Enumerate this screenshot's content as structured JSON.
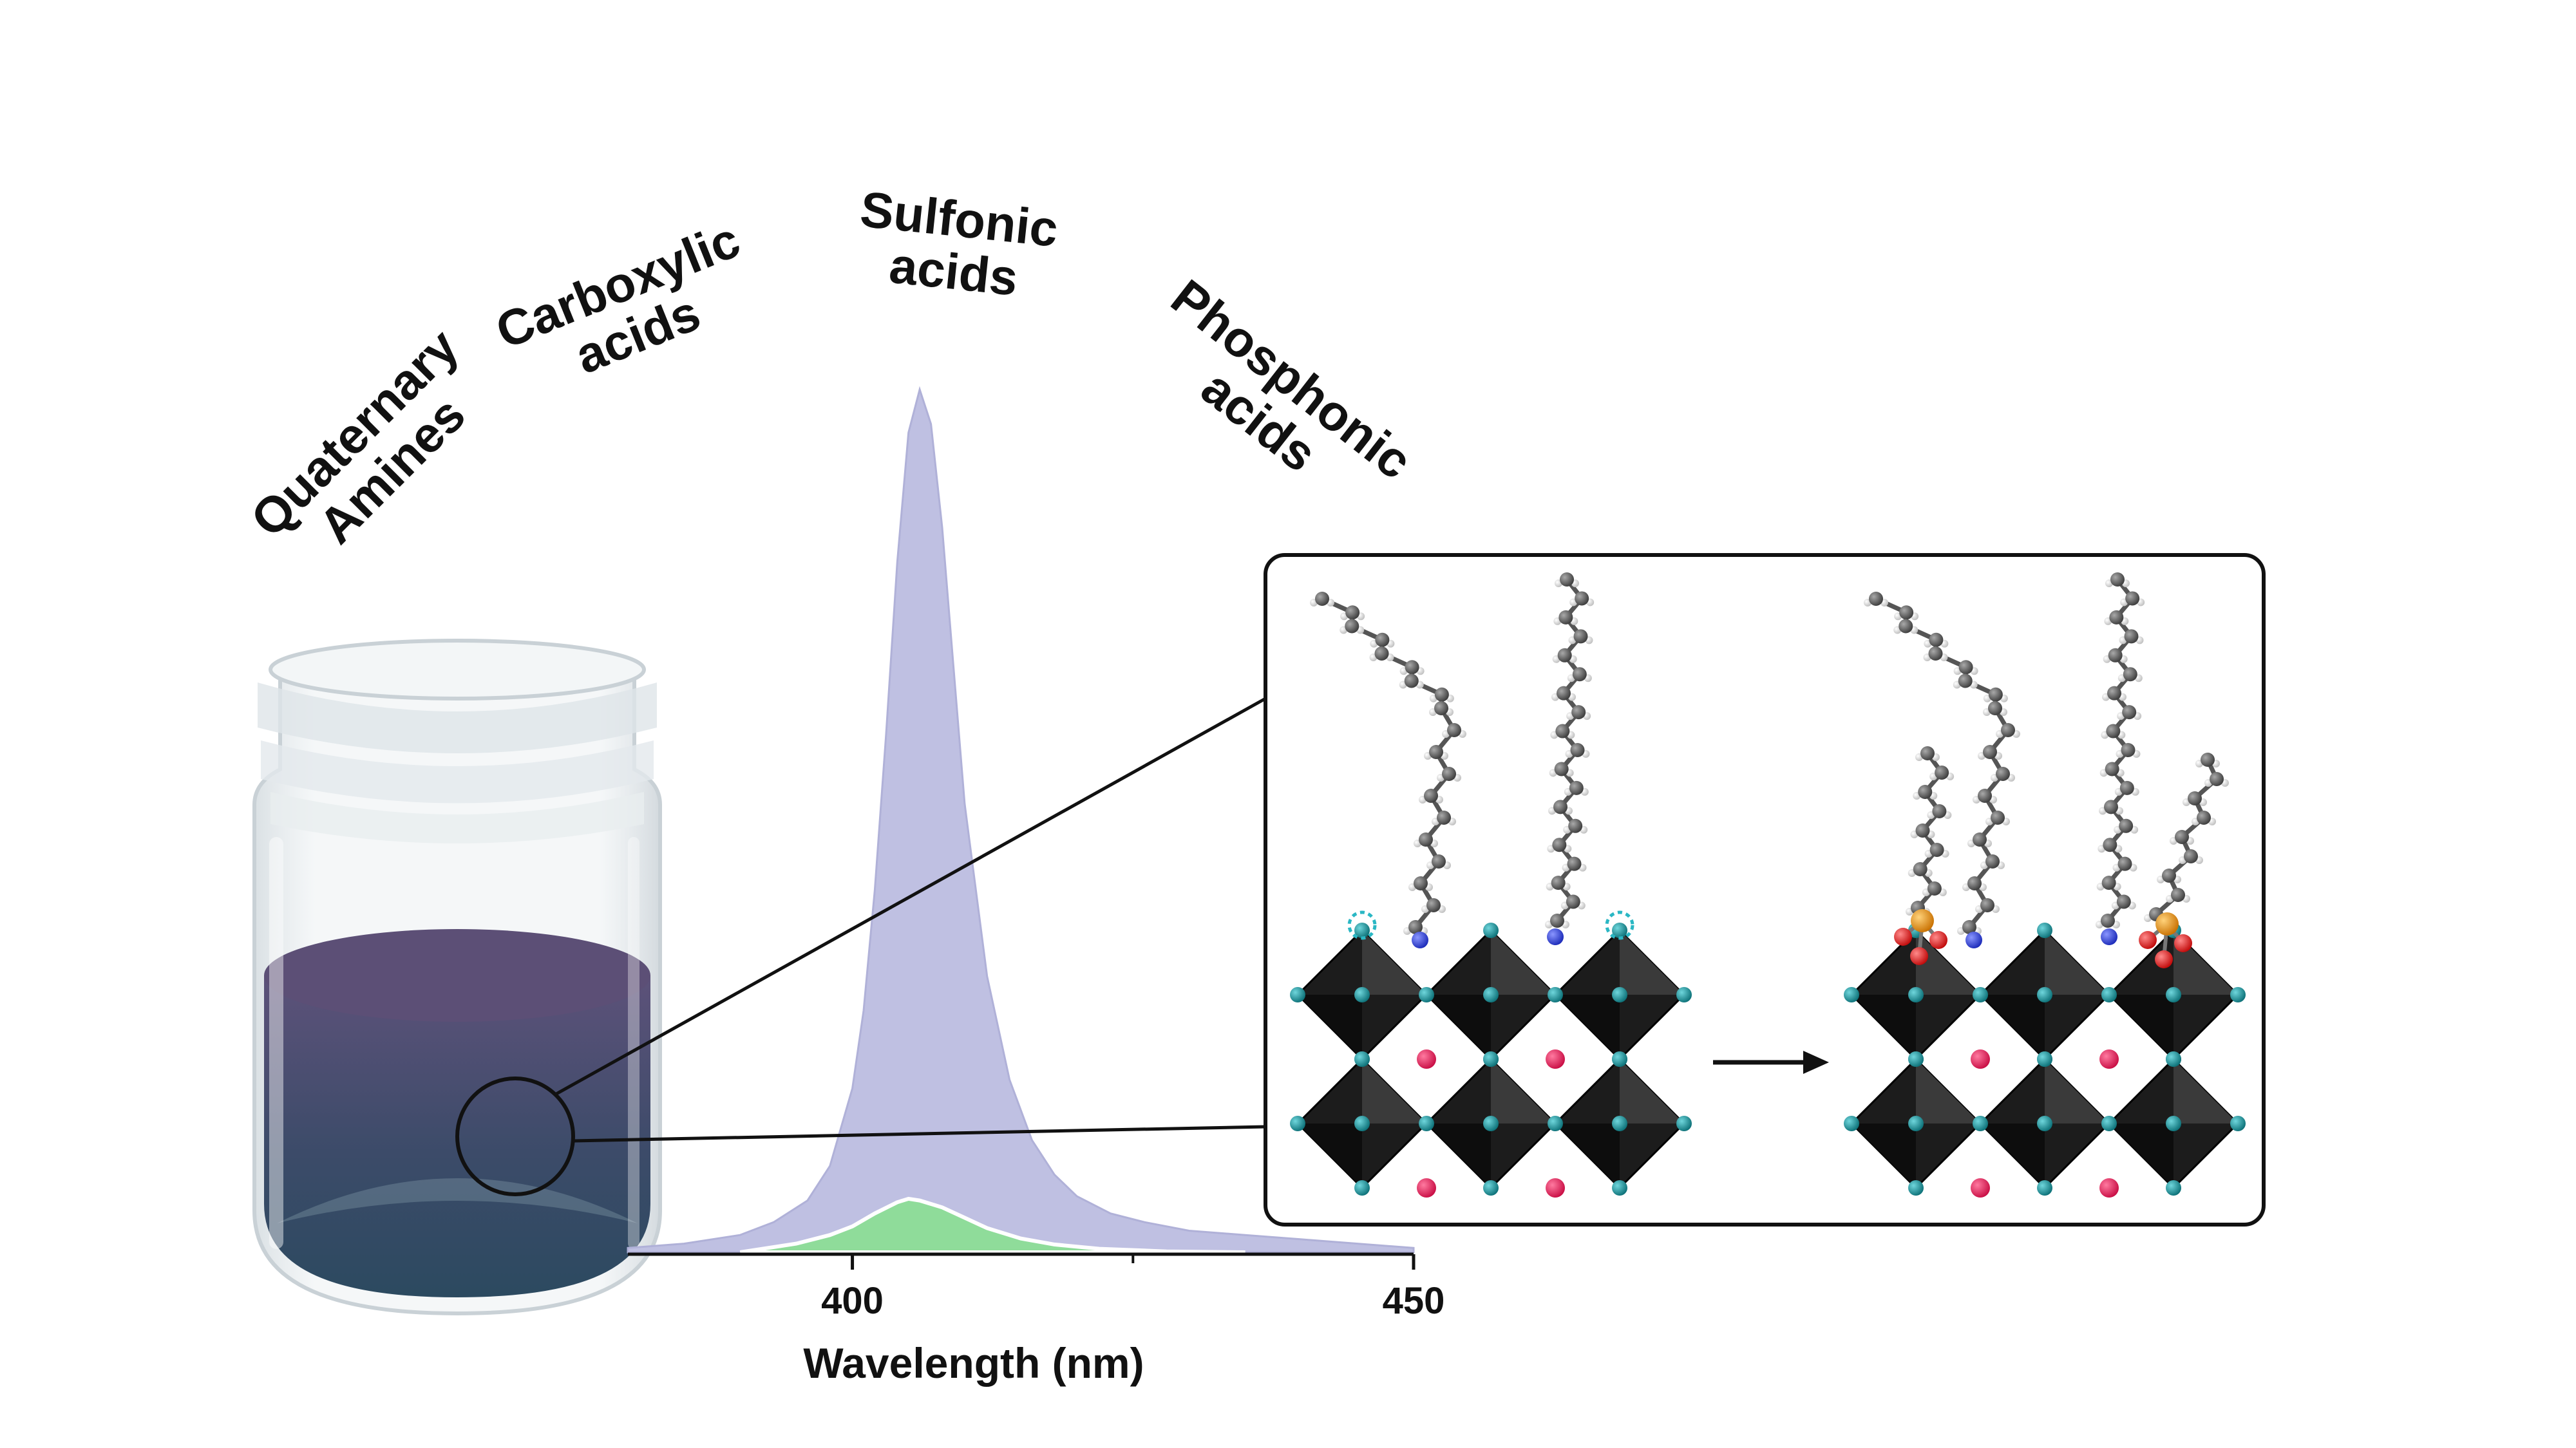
{
  "labels": {
    "quaternary": [
      "Quaternary",
      "Amines"
    ],
    "carboxylic": [
      "Carboxylic",
      "acids"
    ],
    "sulfonic": [
      "Sulfonic",
      "acids"
    ],
    "phosphonic": [
      "Phosphonic",
      "acids"
    ]
  },
  "colors": {
    "text": "#111111",
    "spectrum_main": "#bfc0e2",
    "spectrum_small": "#8fdc9a",
    "vial_liquid_top": "#5a4f78",
    "vial_liquid_bottom": "#2e4660",
    "octahedron": "#1a1a1a",
    "bridging_atom": "#0f7f86",
    "a_site_atom": "#e0134e",
    "carbon_atom": "#505050",
    "hydrogen_atom": "#e8e8e8",
    "nitrogen_atom": "#1d2fd4",
    "phosphorus_atom": "#f0970a",
    "oxygen_atom": "#e81414"
  },
  "chart_data": {
    "type": "area",
    "xlabel": "Wavelength (nm)",
    "ylabel": "",
    "xlim": [
      380,
      450
    ],
    "x_ticks": [
      400,
      450
    ],
    "x_tick_labels": [
      "400",
      "450"
    ],
    "series": [
      {
        "x": [
          380,
          385,
          390,
          393,
          396,
          398,
          400,
          401,
          402,
          403,
          404,
          405,
          406,
          407,
          408,
          409,
          410,
          412,
          414,
          416,
          418,
          420,
          423,
          426,
          430,
          435,
          440,
          445,
          450
        ],
        "values": [
          0.005,
          0.01,
          0.02,
          0.035,
          0.06,
          0.1,
          0.19,
          0.28,
          0.42,
          0.6,
          0.8,
          0.95,
          1.0,
          0.96,
          0.84,
          0.68,
          0.52,
          0.32,
          0.2,
          0.13,
          0.09,
          0.065,
          0.045,
          0.035,
          0.025,
          0.02,
          0.015,
          0.01,
          0.005
        ]
      },
      {
        "x": [
          390,
          395,
          398,
          400,
          402,
          404,
          405,
          406,
          408,
          410,
          412,
          415,
          418,
          422,
          428,
          435
        ],
        "values": [
          0.0,
          0.01,
          0.02,
          0.03,
          0.045,
          0.058,
          0.062,
          0.06,
          0.052,
          0.04,
          0.028,
          0.016,
          0.009,
          0.004,
          0.001,
          0.0
        ]
      }
    ]
  }
}
